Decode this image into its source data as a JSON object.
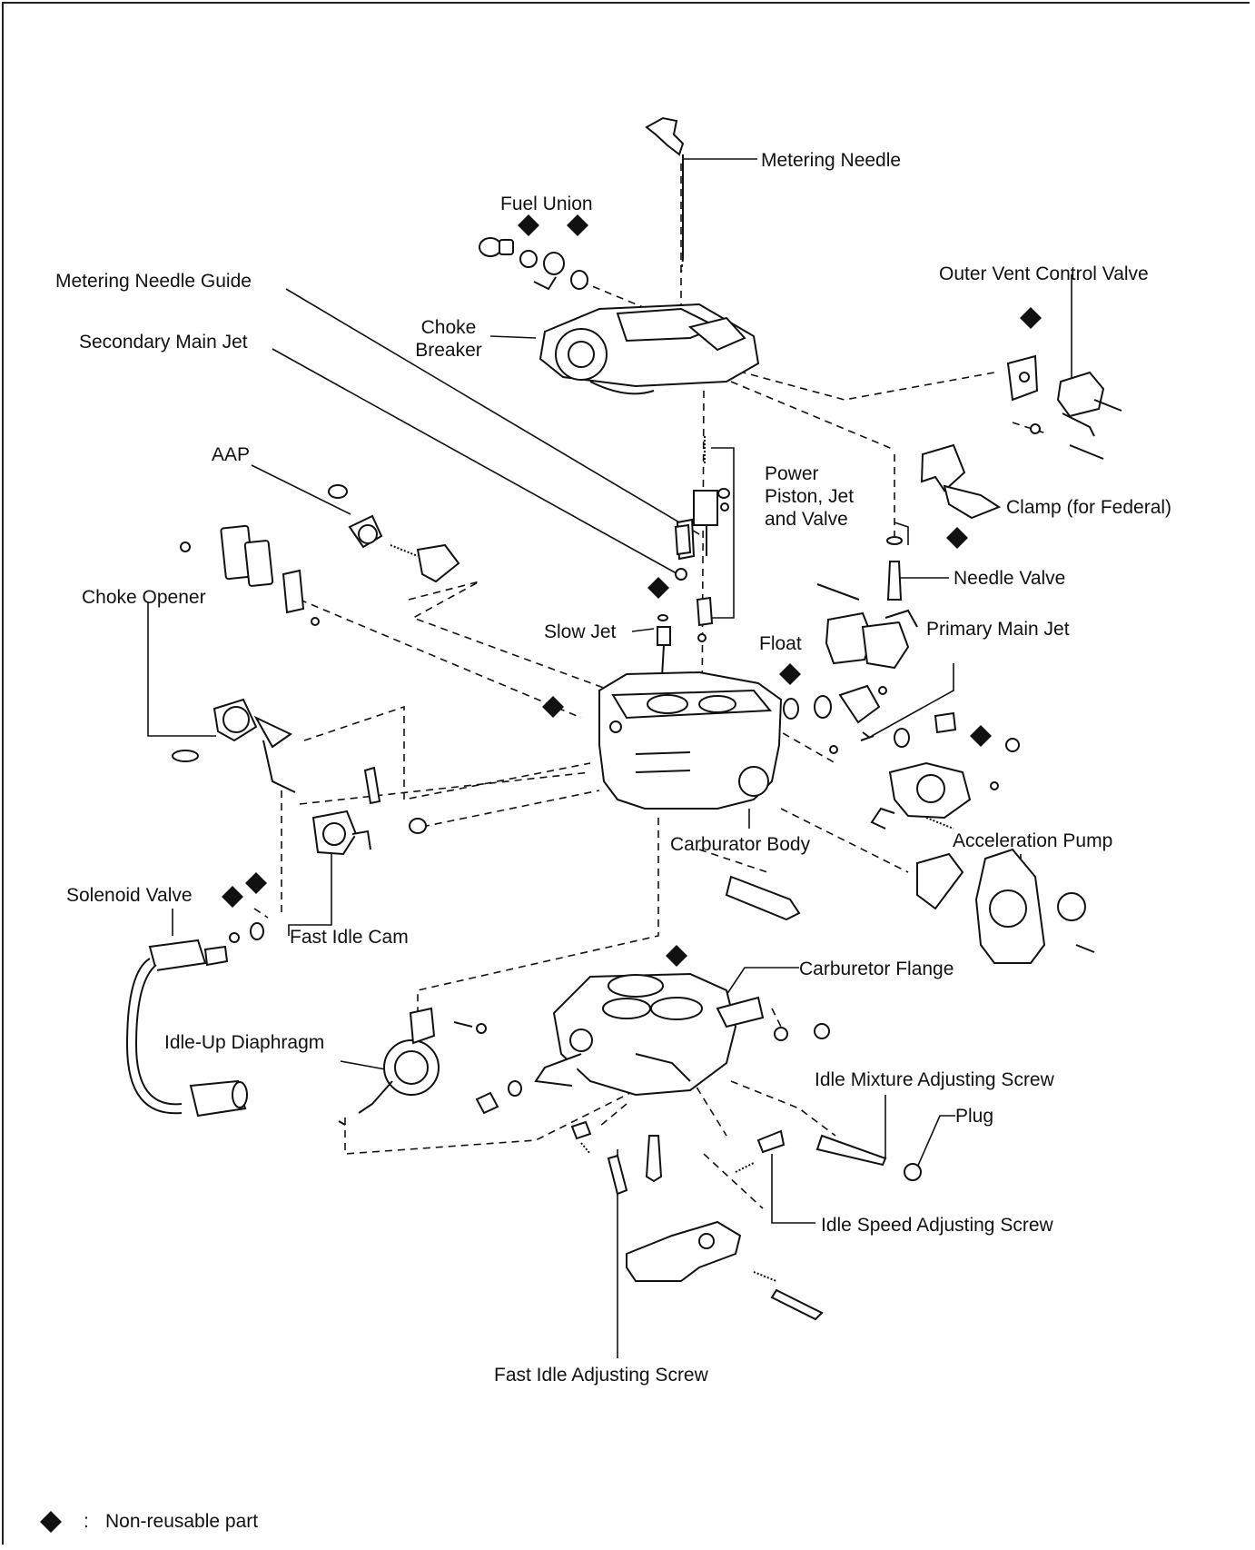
{
  "diagram": {
    "labels": {
      "metering_needle": "Metering Needle",
      "fuel_union": "Fuel Union",
      "outer_vent_control_valve": "Outer Vent Control Valve",
      "metering_needle_guide": "Metering Needle Guide",
      "secondary_main_jet": "Secondary Main Jet",
      "choke_breaker_line1": "Choke",
      "choke_breaker_line2": "Breaker",
      "aap": "AAP",
      "power_piston_line1": "Power",
      "power_piston_line2": "Piston, Jet",
      "power_piston_line3": "and Valve",
      "clamp_federal": "Clamp (for Federal)",
      "needle_valve": "Needle Valve",
      "choke_opener": "Choke Opener",
      "slow_jet": "Slow Jet",
      "float": "Float",
      "primary_main_jet": "Primary Main Jet",
      "carburator_body": "Carburator Body",
      "acceleration_pump": "Acceleration Pump",
      "solenoid_valve": "Solenoid Valve",
      "fast_idle_cam": "Fast Idle Cam",
      "carburetor_flange": "Carburetor Flange",
      "idle_up_diaphragm": "Idle-Up Diaphragm",
      "idle_mixture_adjusting_screw": "Idle Mixture Adjusting Screw",
      "plug": "Plug",
      "idle_speed_adjusting_screw": "Idle Speed Adjusting Screw",
      "fast_idle_adjusting_screw": "Fast Idle Adjusting Screw"
    },
    "legend": {
      "separator": ":",
      "text": "Non-reusable part"
    },
    "colors": {
      "ink": "#111111",
      "paper": "#ffffff"
    }
  }
}
